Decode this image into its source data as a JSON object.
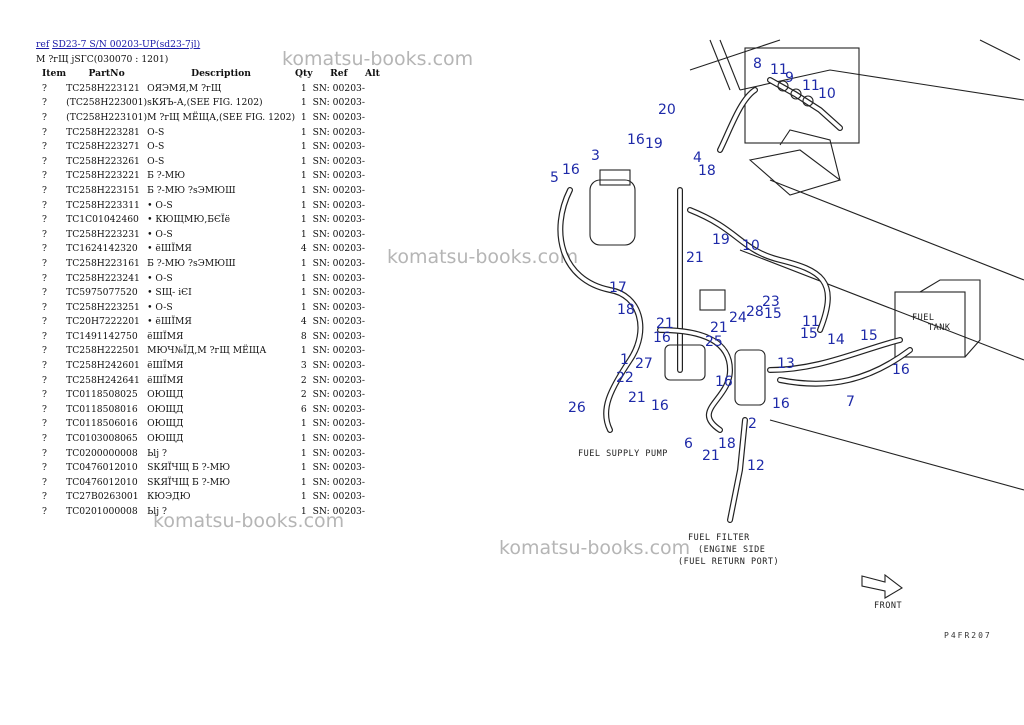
{
  "header": {
    "ref_link": "ref",
    "model_link": "SD23-7 S/N 00203-UP(sd23-7jl)",
    "subtitle": "М ?гЩ јЅГС(030070 : 1201)"
  },
  "table": {
    "columns": [
      "Item",
      "PartNo",
      "Description",
      "Qty",
      "Ref",
      "Alt"
    ],
    "rows": [
      [
        "?",
        "TC258H223121",
        "ОЯЭМЯ,М ?гЩ",
        "1",
        "SN: 00203-",
        ""
      ],
      [
        "?",
        "(TC258H223001)",
        "sКЯЪ-А,(SEE FIG. 1202)",
        "1",
        "SN: 00203-",
        ""
      ],
      [
        "?",
        "(TC258H223101)",
        "М ?гЩ МЁЩА,(SEE FIG. 1202)",
        "1",
        "SN: 00203-",
        ""
      ],
      [
        "?",
        "TC258H223281",
        "O-S",
        "1",
        "SN: 00203-",
        ""
      ],
      [
        "?",
        "TC258H223271",
        "O-S",
        "1",
        "SN: 00203-",
        ""
      ],
      [
        "?",
        "TC258H223261",
        "O-S",
        "1",
        "SN: 00203-",
        ""
      ],
      [
        "?",
        "TC258H223221",
        "Б ?-МЮ",
        "1",
        "SN: 00203-",
        ""
      ],
      [
        "?",
        "TC258H223151",
        "Б ?-МЮ ?sЭМЮШ",
        "1",
        "SN: 00203-",
        ""
      ],
      [
        "?",
        "TC258H223311",
        "• O-S",
        "1",
        "SN: 00203-",
        ""
      ],
      [
        "?",
        "TC1C01042460",
        "• КЮЩМЮ,БЄЇё",
        "1",
        "SN: 00203-",
        ""
      ],
      [
        "?",
        "TC258H223231",
        "• O-S",
        "1",
        "SN: 00203-",
        ""
      ],
      [
        "?",
        "TC1624142320",
        "• ёШЇМЯ",
        "4",
        "SN: 00203-",
        ""
      ],
      [
        "?",
        "TC258H223161",
        "Б ?-МЮ ?sЭМЮШ",
        "1",
        "SN: 00203-",
        ""
      ],
      [
        "?",
        "TC258H223241",
        "• O-S",
        "1",
        "SN: 00203-",
        ""
      ],
      [
        "?",
        "TC5975077520",
        "• SЩ- іЄІ",
        "1",
        "SN: 00203-",
        ""
      ],
      [
        "?",
        "TC258H223251",
        "• O-S",
        "1",
        "SN: 00203-",
        ""
      ],
      [
        "?",
        "TC20H7222201",
        "• ёШЇМЯ",
        "4",
        "SN: 00203-",
        ""
      ],
      [
        "?",
        "TC1491142750",
        "ёШЇМЯ",
        "8",
        "SN: 00203-",
        ""
      ],
      [
        "?",
        "TC258H222501",
        "МЮЧ№ЇД,М ?гЩ МЁЩА",
        "1",
        "SN: 00203-",
        ""
      ],
      [
        "?",
        "TC258H242601",
        "ёШЇМЯ",
        "3",
        "SN: 00203-",
        ""
      ],
      [
        "?",
        "TC258H242641",
        "ёШЇМЯ",
        "2",
        "SN: 00203-",
        ""
      ],
      [
        "?",
        "TC0118508025",
        "ОЮЩД",
        "2",
        "SN: 00203-",
        ""
      ],
      [
        "?",
        "TC0118508016",
        "ОЮЩД",
        "6",
        "SN: 00203-",
        ""
      ],
      [
        "?",
        "TC0118506016",
        "ОЮЩД",
        "1",
        "SN: 00203-",
        ""
      ],
      [
        "?",
        "TC0103008065",
        "ОЮЩД",
        "1",
        "SN: 00203-",
        ""
      ],
      [
        "?",
        "TC0200000008",
        "Ьlj ?",
        "1",
        "SN: 00203-",
        ""
      ],
      [
        "?",
        "TC0476012010",
        "SКЯЇЧЩ Б ?-МЮ",
        "1",
        "SN: 00203-",
        ""
      ],
      [
        "?",
        "TC0476012010",
        "SКЯЇЧЩ Б ?-МЮ",
        "1",
        "SN: 00203-",
        ""
      ],
      [
        "?",
        "TC27B0263001",
        "КЮЭДЮ",
        "1",
        "SN: 00203-",
        ""
      ],
      [
        "?",
        "TC0201000008",
        "Ьlj ?",
        "1",
        "SN: 00203-",
        ""
      ]
    ]
  },
  "watermarks": {
    "w1": "komatsu-books.com",
    "w2": "komatsu-books.com",
    "w3": "komatsu-books.com",
    "w4": "komatsu-books.com"
  },
  "diagram": {
    "callouts": {
      "c8": "8",
      "c11a": "11",
      "c9": "9",
      "c11b": "11",
      "c10a": "10",
      "c20": "20",
      "c16a": "16",
      "c19a": "19",
      "c4": "4",
      "c18a": "18",
      "c3": "3",
      "c16b": "16",
      "c5": "5",
      "c19b": "19",
      "c10b": "10",
      "c21a": "21",
      "c17": "17",
      "c18b": "18",
      "c23": "23",
      "c28": "28",
      "c15a": "15",
      "c24": "24",
      "c11c": "11",
      "c21b": "21",
      "c21c": "21",
      "c16c": "16",
      "c25": "25",
      "c15b": "15",
      "c14": "14",
      "c15c": "15",
      "c16d": "16",
      "c1": "1",
      "c27": "27",
      "c13": "13",
      "c22": "22",
      "c16e": "16",
      "c21d": "21",
      "c16f": "16",
      "c16g": "16",
      "c7": "7",
      "c26": "26",
      "c2": "2",
      "c6": "6",
      "c18c": "18",
      "c21e": "21",
      "c12": "12"
    },
    "labels": {
      "fuel_supply_pump": "FUEL SUPPLY PUMP",
      "fuel_filter_1": "FUEL FILTER",
      "fuel_filter_2": "(ENGINE SIDE",
      "fuel_filter_3": "(FUEL RETURN PORT)",
      "fuel_tank_1": "FUEL",
      "fuel_tank_2": "TANK",
      "front": "FRONT",
      "corner_code": "P4FR207"
    }
  }
}
